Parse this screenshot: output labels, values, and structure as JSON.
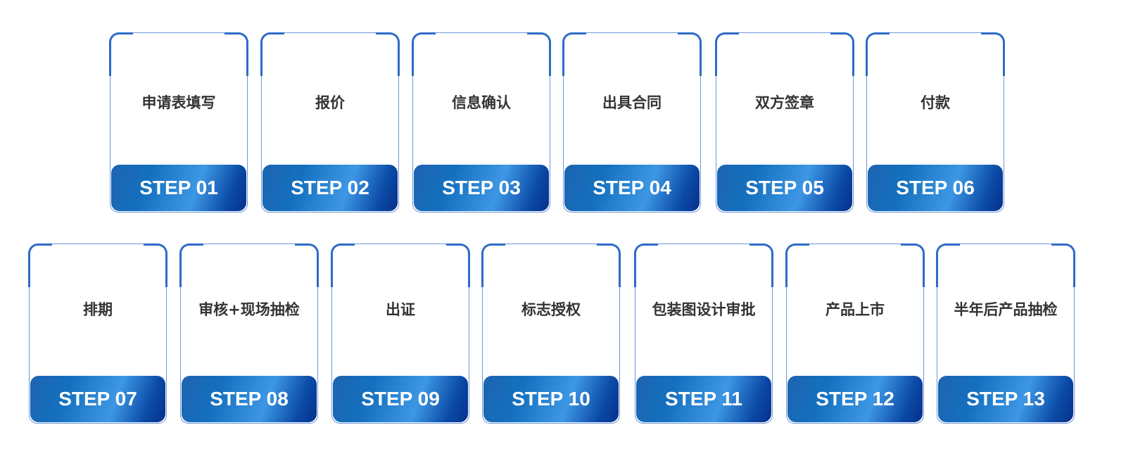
{
  "steps": [
    {
      "label": "申请表填写",
      "step": "STEP 01"
    },
    {
      "label": "报价",
      "step": "STEP 02"
    },
    {
      "label": "信息确认",
      "step": "STEP 03"
    },
    {
      "label": "出具合同",
      "step": "STEP 04"
    },
    {
      "label": "双方签章",
      "step": "STEP 05"
    },
    {
      "label": "付款",
      "step": "STEP 06"
    },
    {
      "label": "排期",
      "step": "STEP 07"
    },
    {
      "label": "审核+现场抽检",
      "step": "STEP 08"
    },
    {
      "label": "出证",
      "step": "STEP 09"
    },
    {
      "label": "标志授权",
      "step": "STEP 10"
    },
    {
      "label": "包装图设计审批",
      "step": "STEP 11"
    },
    {
      "label": "产品上市",
      "step": "STEP 12"
    },
    {
      "label": "半年后产品抽检",
      "step": "STEP 13"
    }
  ],
  "colors": {
    "accent": "#2e6bc7",
    "border": "#6f97d8",
    "label_text": "#333333",
    "step_text": "#ffffff"
  }
}
